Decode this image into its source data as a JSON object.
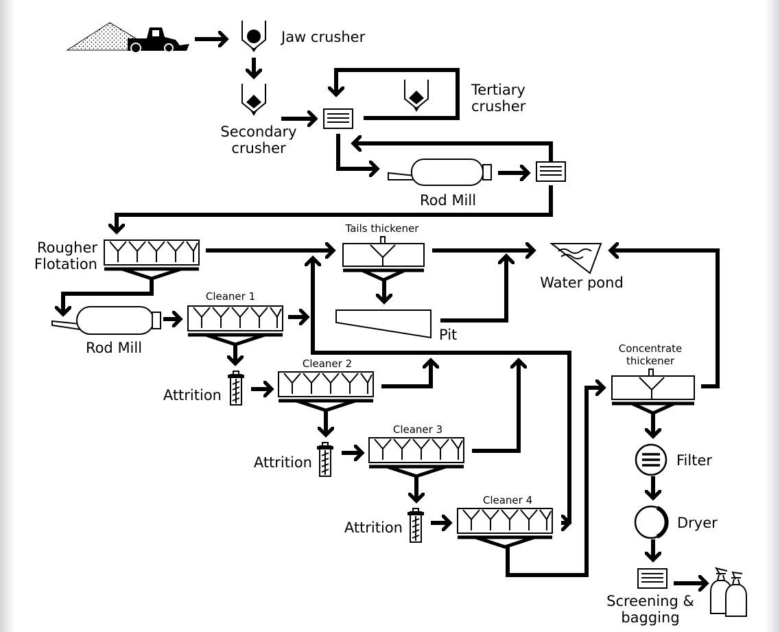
{
  "labels": {
    "jaw_crusher": "Jaw crusher",
    "tertiary_crusher": [
      "Tertiary",
      "crusher"
    ],
    "secondary_crusher": [
      "Secondary",
      "crusher"
    ],
    "rod_mill_1": "Rod Mill",
    "rougher_flotation": [
      "Rougher",
      "Flotation"
    ],
    "tails_thickener": "Tails thickener",
    "water_pond": "Water pond",
    "pit": "Pit",
    "rod_mill_2": "Rod Mill",
    "cleaner_1": "Cleaner 1",
    "cleaner_2": "Cleaner 2",
    "cleaner_3": "Cleaner 3",
    "cleaner_4": "Cleaner 4",
    "attrition_1": "Attrition",
    "attrition_2": "Attrition",
    "attrition_3": "Attrition",
    "concentrate_thickener": [
      "Concentrate",
      "thickener"
    ],
    "filter": "Filter",
    "dryer": "Dryer",
    "screening_bagging": [
      "Screening &",
      "bagging"
    ]
  },
  "colors": {
    "line": "#000000",
    "background": "#ffffff",
    "edge_shade": "#d4d4d6"
  },
  "icons": [
    "ore-pile-icon",
    "loader-icon",
    "hopper-icon",
    "screen-icon",
    "rod-mill-icon",
    "flotation-cell-icon",
    "thickener-icon",
    "pond-icon",
    "pit-icon",
    "attrition-cell-icon",
    "filter-icon",
    "dryer-icon",
    "bags-icon"
  ]
}
